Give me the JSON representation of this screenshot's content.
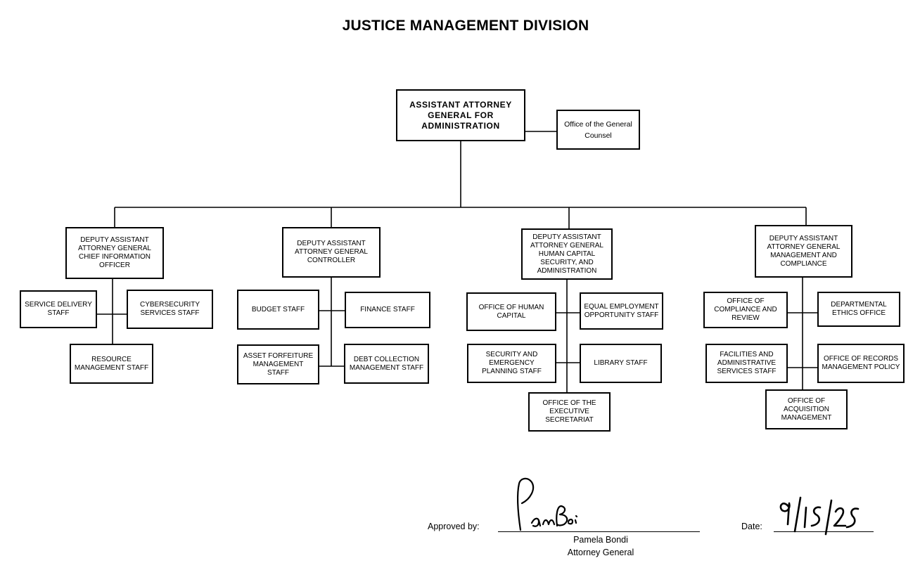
{
  "title": "JUSTICE MANAGEMENT DIVISION",
  "top": {
    "aag": "ASSISTANT ATTORNEY GENERAL FOR ADMINISTRATION",
    "counsel": "Office of the General Counsel"
  },
  "deputies": {
    "cio": "DEPUTY ASSISTANT ATTORNEY GENERAL CHIEF INFORMATION OFFICER",
    "controller": "DEPUTY ASSISTANT ATTORNEY GENERAL CONTROLLER",
    "hcsa": "DEPUTY ASSISTANT ATTORNEY GENERAL HUMAN CAPITAL SECURITY, AND ADMINISTRATION",
    "mc": "DEPUTY ASSISTANT ATTORNEY GENERAL MANAGEMENT AND COMPLIANCE"
  },
  "cio_units": {
    "service_delivery": "SERVICE DELIVERY STAFF",
    "cybersecurity": "CYBERSECURITY SERVICES STAFF",
    "resource_mgmt": "RESOURCE MANAGEMENT STAFF"
  },
  "controller_units": {
    "budget": "BUDGET STAFF",
    "finance": "FINANCE STAFF",
    "asset_forfeiture": "ASSET FORFEITURE MANAGEMENT STAFF",
    "debt_collection": "DEBT COLLECTION MANAGEMENT STAFF"
  },
  "hcsa_units": {
    "human_capital": "OFFICE OF HUMAN CAPITAL",
    "eeo": "EQUAL EMPLOYMENT OPPORTUNITY STAFF",
    "security_emergency": "SECURITY AND EMERGENCY PLANNING STAFF",
    "library": "LIBRARY STAFF",
    "exec_secretariat": "OFFICE OF THE EXECUTIVE SECRETARIAT"
  },
  "mc_units": {
    "compliance_review": "OFFICE OF COMPLIANCE AND REVIEW",
    "ethics": "DEPARTMENTAL ETHICS OFFICE",
    "facilities": "FACILITIES AND ADMINISTRATIVE SERVICES STAFF",
    "records": "OFFICE OF RECORDS MANAGEMENT POLICY",
    "acquisition": "OFFICE OF ACQUISITION MANAGEMENT"
  },
  "approval": {
    "approved_label": "Approved by:",
    "signer_name": "Pamela Bondi",
    "signer_title": "Attorney General",
    "date_label": "Date:",
    "signature_text": "Pam Bondi",
    "date_value": "9/15/25"
  }
}
